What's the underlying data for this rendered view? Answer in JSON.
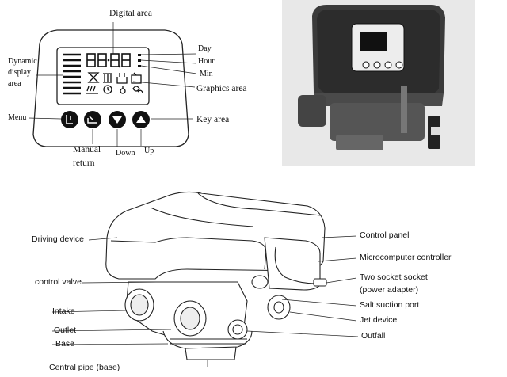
{
  "top_diagram": {
    "digital_area": "Digital area",
    "dynamic_display_area": [
      "Dynamic",
      "display",
      "area"
    ],
    "day": "Day",
    "hour": "Hour",
    "min": "Min",
    "graphics_area": "Graphics area",
    "key_area": "Key area",
    "menu": "Menu",
    "manual_return": [
      "Manual",
      "return"
    ],
    "down": "Down",
    "up": "Up"
  },
  "bottom_diagram": {
    "left_labels": [
      "Driving device",
      "control valve",
      "Intake",
      "Outlet",
      "Base",
      "Central pipe (base)"
    ],
    "right_labels": [
      "Control panel",
      "Microcomputer controller",
      "Two socket socket",
      "(power adapter)",
      "Salt suction port",
      "Jet device",
      "Outfall"
    ]
  }
}
